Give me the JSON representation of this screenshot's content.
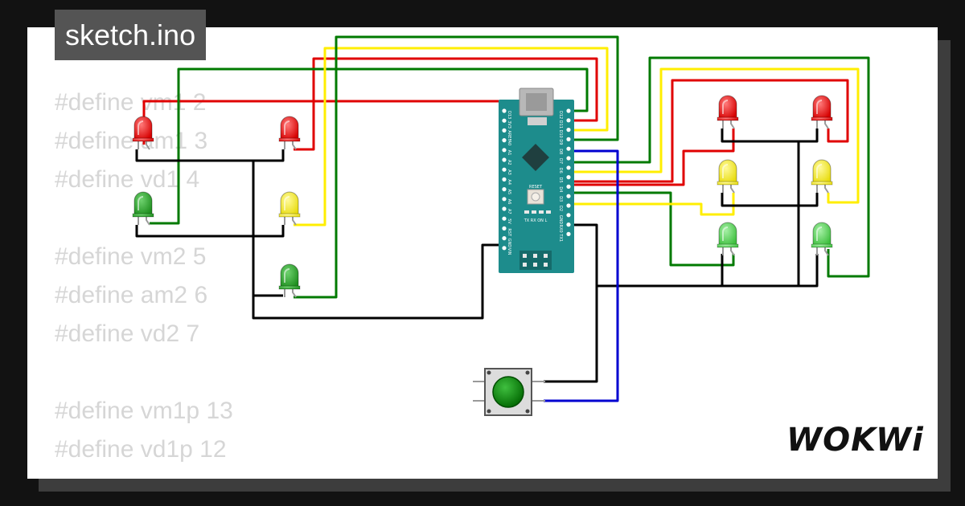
{
  "project": {
    "title": "sketch.ino",
    "brand": "WOKWi"
  },
  "code_lines": [
    "#define vm1 2",
    "#define am1 3",
    "#define vd1 4",
    "",
    "#define vm2 5",
    "#define am2 6",
    "#define vd2 7",
    "",
    "#define vm1p 13",
    "#define vd1p 12"
  ],
  "board": {
    "name": "Arduino Nano",
    "reset_label": "RESET",
    "pins_right": [
      "D12",
      "D11",
      "D10",
      "D9",
      "D8",
      "D7",
      "D6",
      "D5",
      "D4",
      "D3",
      "D2",
      "GND",
      "RX0",
      "TX1"
    ],
    "pins_left": [
      "D13",
      "3V3",
      "AREF",
      "A0",
      "A1",
      "A2",
      "A3",
      "A4",
      "A5",
      "A6",
      "A7",
      "5V",
      "RST",
      "GND",
      "VIN"
    ],
    "led_labels": [
      "TX",
      "RX",
      "ON",
      "L"
    ]
  },
  "components": [
    {
      "type": "led",
      "color": "red"
    },
    {
      "type": "led",
      "color": "red"
    },
    {
      "type": "led",
      "color": "green"
    },
    {
      "type": "led",
      "color": "yellow"
    },
    {
      "type": "led",
      "color": "green"
    },
    {
      "type": "led",
      "color": "red"
    },
    {
      "type": "led",
      "color": "red"
    },
    {
      "type": "led",
      "color": "yellow"
    },
    {
      "type": "led",
      "color": "yellow"
    },
    {
      "type": "led",
      "color": "green"
    },
    {
      "type": "led",
      "color": "green"
    },
    {
      "type": "pushbutton",
      "color": "green"
    }
  ],
  "colors": {
    "wire_red": "#e00000",
    "wire_green": "#007a00",
    "wire_yellow": "#ffee00",
    "wire_blue": "#0000d0",
    "wire_black": "#000000",
    "board": "#1d8c8c"
  }
}
